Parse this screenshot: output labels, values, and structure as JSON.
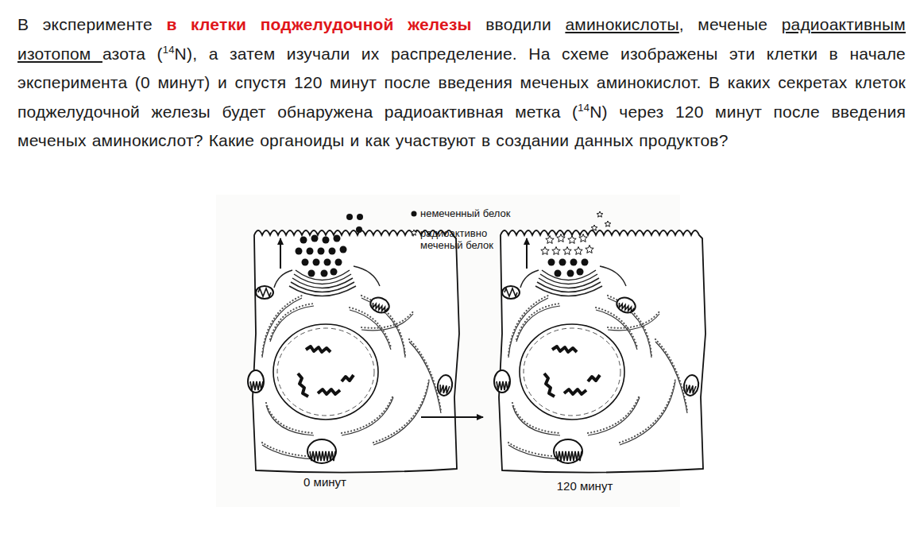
{
  "diagram": {
    "labels": [
      "В эксперименте ",
      "в клетки поджелудочной железы",
      " вводили ",
      "аминокислоты",
      ", меченые ",
      "радиоактивным изотопом ",
      "азота (",
      "14",
      "N), а затем изучали их распределение. На схеме изображены эти клетки в начале эксперимента (0 минут) и спустя 120 минут после введения меченых аминокислот. В каких секретах клеток поджелудочной железы будет обнаружена радиоактивная метка (",
      "14",
      "N) через 120 минут после введения меченых аминокислот? Какие органоиды и как участвуют в создании данных продуктов?",
      "0 минут",
      "120 минут"
    ],
    "legend": [
      {
        "text": "немеченный белок"
      },
      {
        "text": "радиоактивно меченый белок"
      }
    ]
  }
}
